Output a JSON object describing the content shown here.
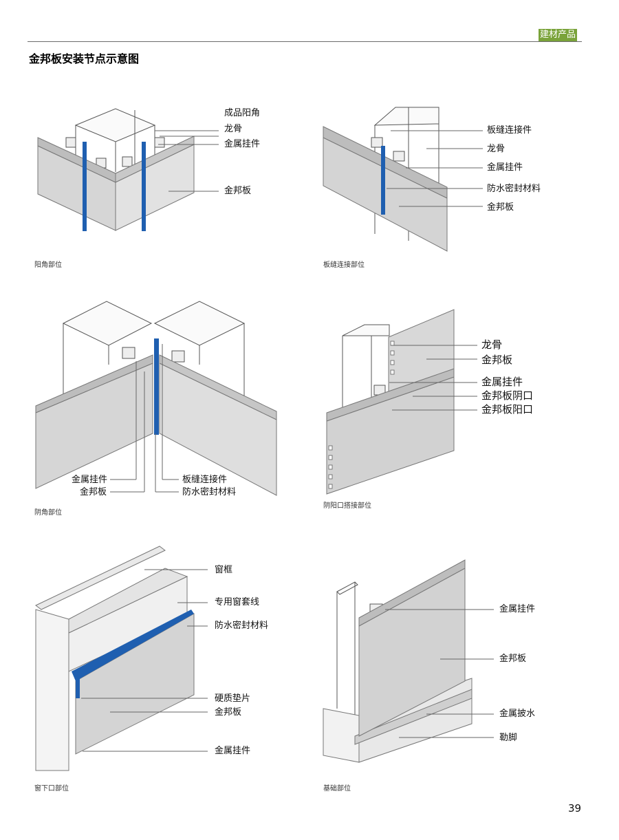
{
  "header": {
    "tag": "建材产品",
    "title": "金邦板安装节点示意图"
  },
  "figures": [
    {
      "caption": "阳角部位",
      "labels": [
        "成品阳角",
        "龙骨",
        "金属挂件",
        "金邦板"
      ]
    },
    {
      "caption": "板缝连接部位",
      "labels": [
        "板缝连接件",
        "龙骨",
        "金属挂件",
        "防水密封材料",
        "金邦板"
      ]
    },
    {
      "caption": "阴角部位",
      "labels": [
        "金属挂件",
        "金邦板",
        "板缝连接件",
        "防水密封材料"
      ]
    },
    {
      "caption": "阴阳口搭接部位",
      "labels": [
        "龙骨",
        "金邦板",
        "金属挂件",
        "金邦板阴口",
        "金邦板阳口"
      ]
    },
    {
      "caption": "窗下口部位",
      "labels": [
        "窗框",
        "专用窗套线",
        "防水密封材料",
        "硬质垫片",
        "金邦板",
        "金属挂件"
      ]
    },
    {
      "caption": "基础部位",
      "labels": [
        "金属挂件",
        "金邦板",
        "金属披水",
        "勒脚"
      ]
    }
  ],
  "page_number": "39",
  "colors": {
    "accent_tag": "#7aa33a",
    "panel_fill": "#d4d4d4",
    "sealant_blue": "#1f5fb0"
  }
}
